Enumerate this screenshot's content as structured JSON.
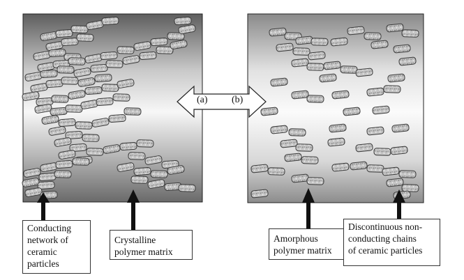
{
  "panels": {
    "left_label": "(a)",
    "right_label": "(b)"
  },
  "labels": {
    "conducting_network": "Conducting\nnetwork of\nceramic\nparticles",
    "crystalline_matrix": "Crystalline\npolymer matrix",
    "amorphous_matrix": "Amorphous\npolymer matrix",
    "discontinuous_chains": "Discontinuous non-\nconducting chains\nof ceramic particles"
  },
  "colors": {
    "panel_dark": "#6e6e6e",
    "panel_light": "#f4f4f4",
    "particle_fill": "#c8c8c8",
    "particle_stroke": "#3a3a3a",
    "arrow": "#111111"
  }
}
